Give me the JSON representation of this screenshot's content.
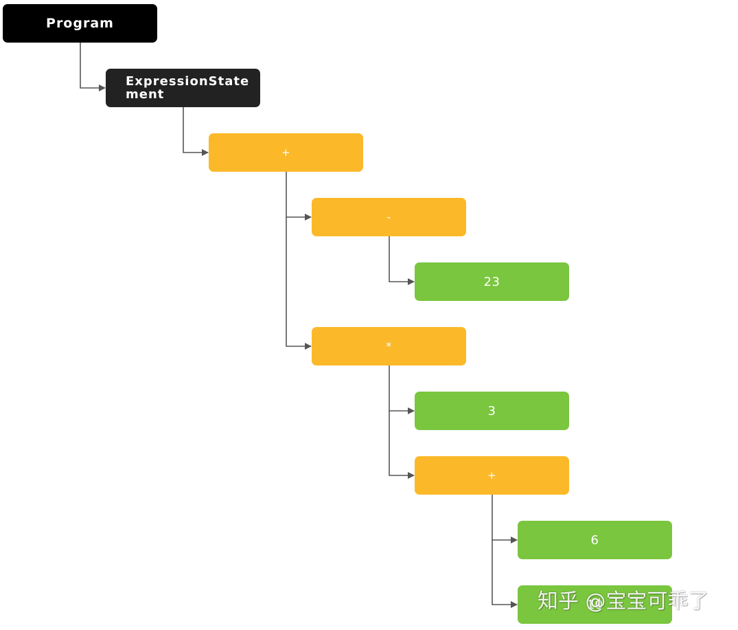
{
  "diagram": {
    "nodes": {
      "program": "Program",
      "expression_statement": "ExpressionState ment",
      "plus_top": "+",
      "minus": "-",
      "lit_23": "23",
      "multiply": "*",
      "lit_3": "3",
      "plus_inner": "+",
      "lit_6": "6",
      "lit_10": "10"
    },
    "colors": {
      "root": "#000000",
      "statement": "#222222",
      "operator": "#fbb92a",
      "literal": "#7ac63f",
      "connector": "#555555"
    }
  },
  "watermark": {
    "text": "知乎 @宝宝可乖了"
  }
}
